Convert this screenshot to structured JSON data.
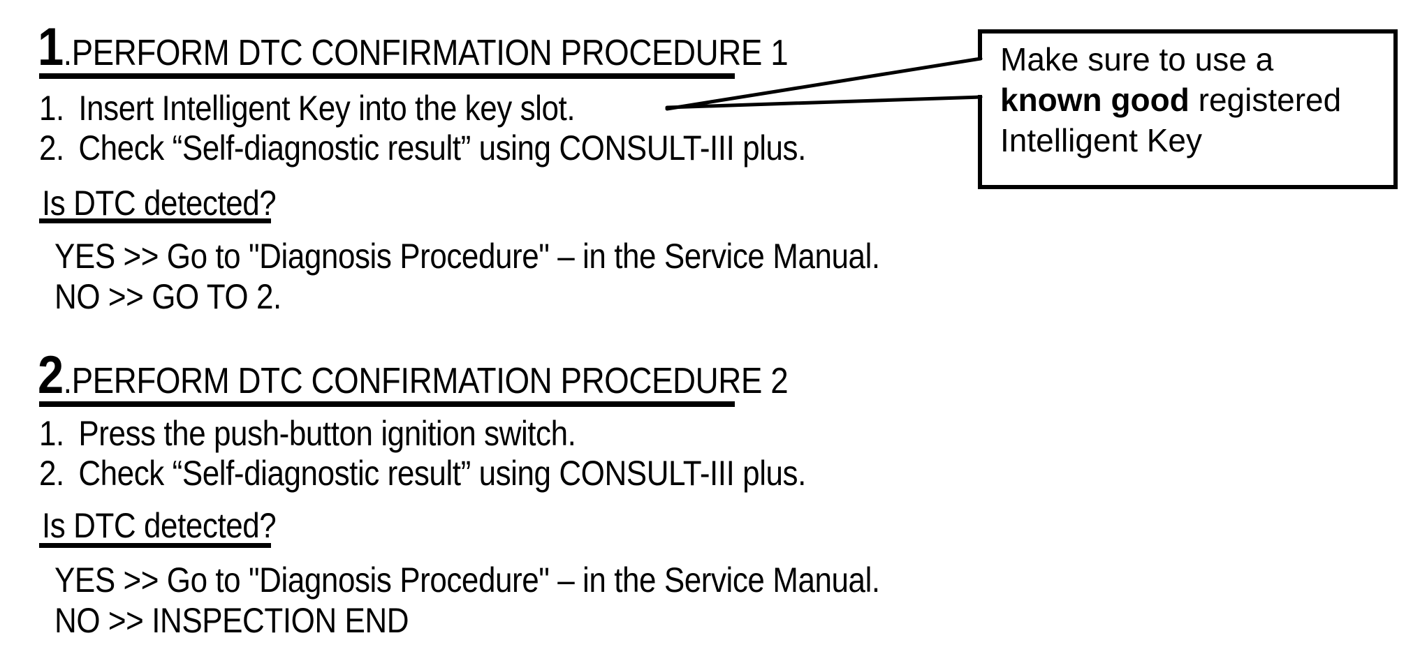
{
  "document": {
    "background": "#ffffff",
    "text_color": "#000000"
  },
  "callout": {
    "line1": "Make sure to use a",
    "line2_bold": "known good",
    "line2_rest": " registered",
    "line3": "Intelligent Key"
  },
  "sections": [
    {
      "number": "1",
      "dot": ".",
      "title": "PERFORM DTC CONFIRMATION PROCEDURE 1",
      "steps": [
        {
          "num": "1.",
          "text": "Insert Intelligent Key into the key slot."
        },
        {
          "num": "2.",
          "text": "Check “Self-diagnostic result” using CONSULT-III plus."
        }
      ],
      "question": "Is DTC detected?",
      "answers": [
        "YES >> Go to \"Diagnosis Procedure\" – in the Service Manual.",
        "NO >> GO TO 2."
      ]
    },
    {
      "number": "2",
      "dot": ".",
      "title": "PERFORM DTC CONFIRMATION PROCEDURE 2",
      "steps": [
        {
          "num": "1.",
          "text": "Press the push-button ignition switch."
        },
        {
          "num": "2.",
          "text": "Check “Self-diagnostic result” using CONSULT-III plus."
        }
      ],
      "question": "Is DTC detected?",
      "answers": [
        "YES >> Go to \"Diagnosis Procedure\" – in the Service Manual.",
        "NO >> INSPECTION END"
      ]
    }
  ]
}
